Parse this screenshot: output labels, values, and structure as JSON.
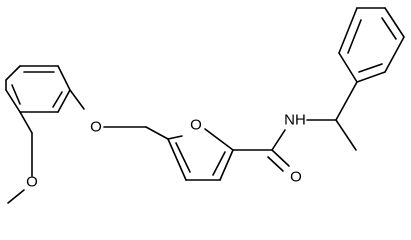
{
  "molecule": {
    "atom_labels": {
      "o_methoxy": "O",
      "o_ether": "O",
      "o_furan": "O",
      "o_carbonyl": "O",
      "nh": "NH"
    }
  },
  "colors": {
    "bond": "#000000",
    "label": "#000000",
    "background": "#ffffff"
  }
}
